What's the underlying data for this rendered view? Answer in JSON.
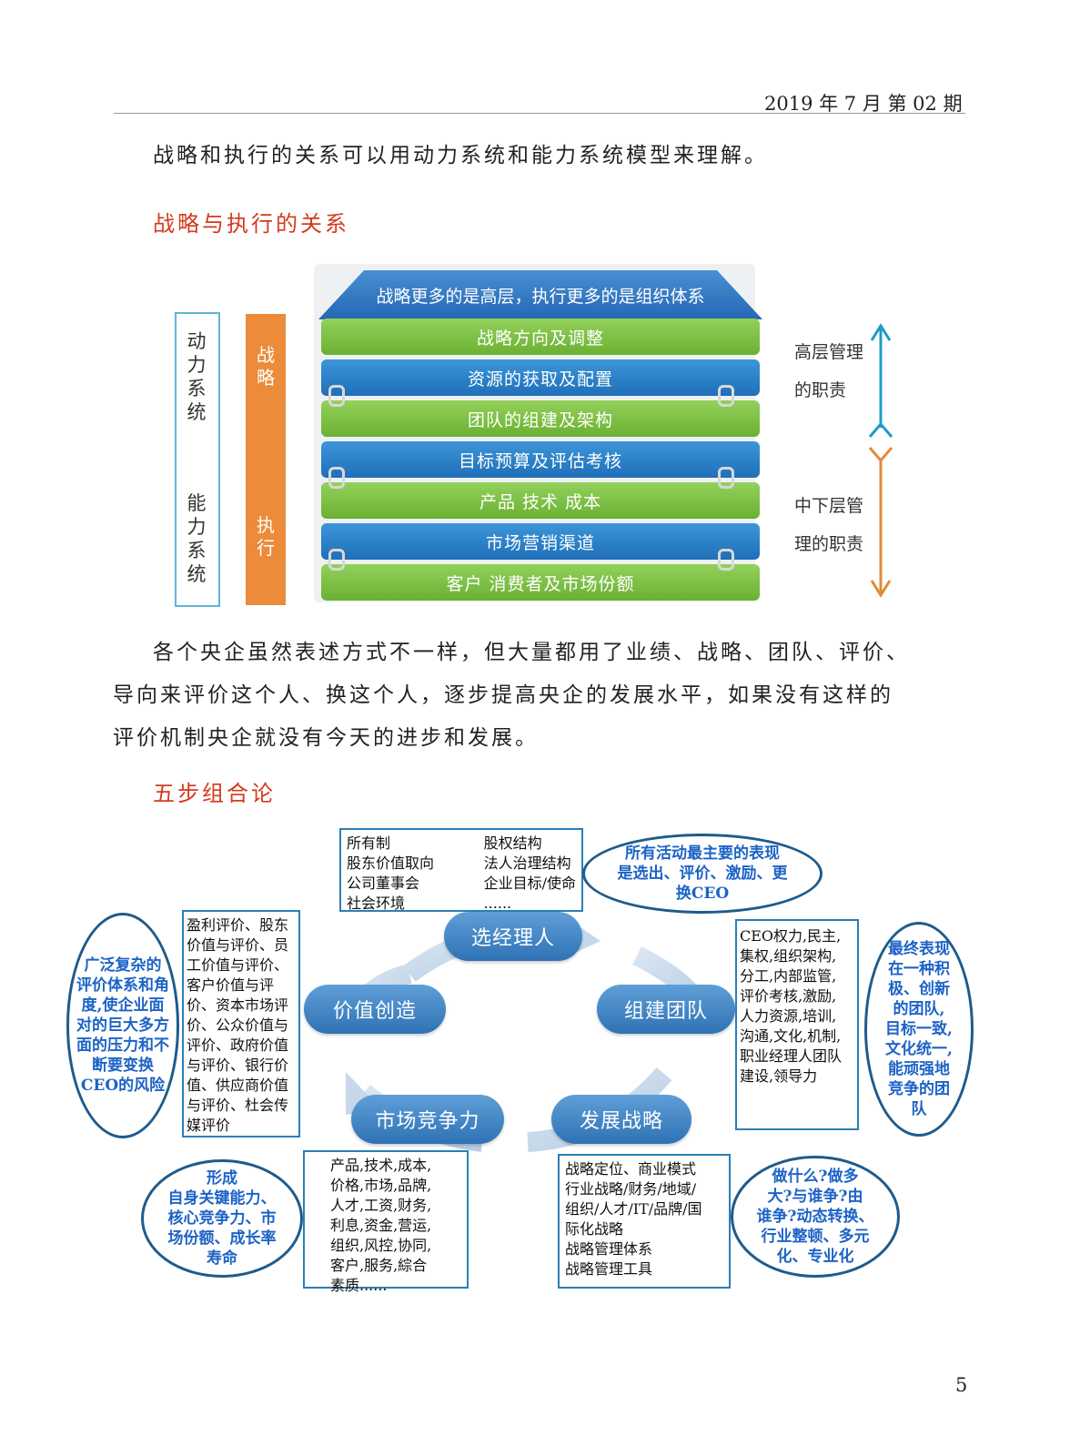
{
  "header": "2019 年 7 月  第 02 期",
  "intro_text": "战略和执行的关系可以用动力系统和能力系统模型来理解。",
  "section1_title": "战略与执行的关系",
  "figure1": {
    "roof": "战略更多的是高层，执行更多的是组织体系",
    "layers": [
      {
        "label": "战略方向及调整",
        "color": "green"
      },
      {
        "label": "资源的获取及配置",
        "color": "blue"
      },
      {
        "label": "团队的组建及架构",
        "color": "green"
      },
      {
        "label": "目标预算及评估考核",
        "color": "blue"
      },
      {
        "label": "产品 技术 成本",
        "color": "green"
      },
      {
        "label": "市场营销渠道",
        "color": "blue"
      },
      {
        "label": "客户 消费者及市场份额",
        "color": "green"
      }
    ],
    "left_box_top": [
      "动",
      "力",
      "系",
      "统"
    ],
    "left_box_bottom": [
      "能",
      "力",
      "系",
      "统"
    ],
    "orange_top": [
      "战",
      "略"
    ],
    "orange_bottom": [
      "执",
      "行"
    ],
    "right_top": [
      "高层管理",
      "的职责"
    ],
    "right_bottom": [
      "中下层管",
      "理的职责"
    ],
    "colors": {
      "arrow_up": "#1e9bc7",
      "arrow_down": "#e08b3a"
    }
  },
  "body_para": [
    "各个央企虽然表述方式不一样，但大量都用了业绩、战略、团队、评价、",
    "导向来评价这个人、换这个人，逐步提高央企的发展水平，如果没有这样的",
    "评价机制央企就没有今天的进步和发展。"
  ],
  "section2_title": "五步组合论",
  "figure2": {
    "steps": {
      "s1": "选经理人",
      "s2": "组建团队",
      "s3": "发展战略",
      "s4": "市场竞争力",
      "s5": "价值创造"
    },
    "top_box": {
      "col1": [
        "所有制",
        "股东价值取向",
        "公司董事会",
        "社会环境"
      ],
      "col2": [
        "股权结构",
        "法人治理结构",
        "企业目标/使命",
        "......"
      ]
    },
    "top_oval": [
      "所有活动最主要的表现",
      "是选出、评价、激励、更",
      "换CEO"
    ],
    "left_box": [
      "盈利评价、股东",
      "价值与评价、员",
      "工价值与评价、",
      "客户价值与评",
      "价、资本市场评",
      "价、公众价值与",
      "评价、政府价值",
      "与评价、银行价",
      "值、供应商价值",
      "与评价、杜会传",
      "媒评价"
    ],
    "left_oval": [
      "广泛复杂的",
      "评价体系和角",
      "度,使企业面",
      "对的巨大多方",
      "面的压力和不",
      "断要变换",
      "CEO的风险"
    ],
    "right_box": [
      "CEO权力,民主,",
      "集权,组织架构,",
      "分工,内部监管,",
      "评价考核,激励,",
      "人力资源,培训,",
      "沟通,文化,机制,",
      "职业经理人团队",
      "建设,领导力"
    ],
    "right_oval": [
      "最终表现",
      "在一种积",
      "极、创新",
      "的团队,",
      "目标一致,",
      "文化统一,",
      "能顽强地",
      "竞争的团",
      "队"
    ],
    "bottom_mid_box": [
      "产品,技术,成本,",
      "价格,市场,品牌,",
      "人才,工资,财务,",
      "利息,资金,营运,",
      "组织,风控,协同,",
      "客户,服务,綜合",
      "素质......"
    ],
    "bottom_right_box": [
      "战略定位、商业模式",
      "行业战略/财务/地域/",
      "组织/人才/IT/品牌/国",
      "际化战略",
      "战略管理体系",
      "战略管理工具"
    ],
    "bottom_left_oval": [
      "形成",
      "自身关键能力、",
      "核心竞争力、市",
      "场份额、成长率",
      "寿命"
    ],
    "bottom_right_oval": [
      "做什么?做多",
      "大?与谁争?由",
      "谁争?动态转换、",
      "行业整顿、多元",
      "化、专业化"
    ]
  },
  "page_number": "5"
}
